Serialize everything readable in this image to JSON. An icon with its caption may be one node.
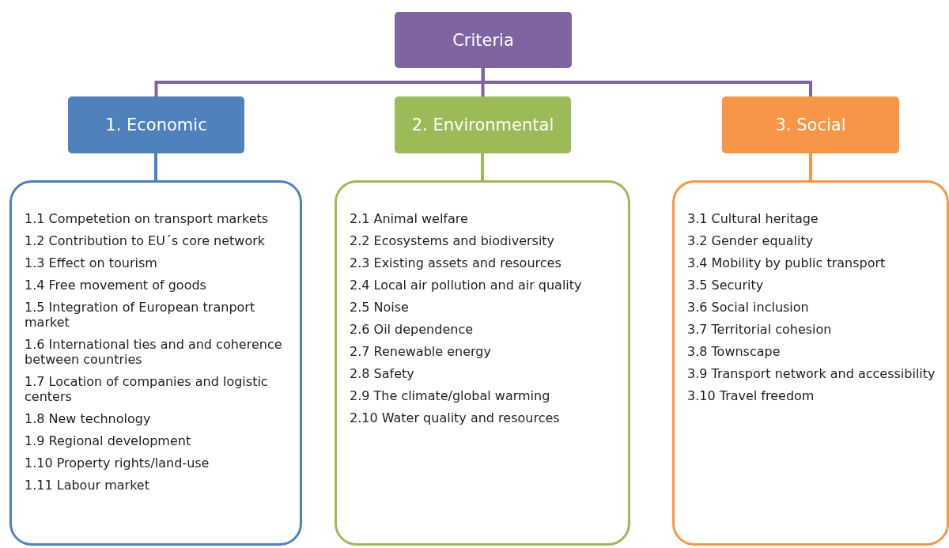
{
  "diagram": {
    "nodes": [
      {
        "text": [
          "Criteria"
        ]
      },
      {
        "text": [
          "1. Economic"
        ]
      },
      {
        "text": [
          "2. Environmental"
        ]
      },
      {
        "text": [
          "3. Social"
        ]
      },
      {
        "text": [
          "1.1 Competetion on transport markets",
          "1.2 Contribution to EU´s core network",
          "1.3 Effect on tourism",
          "1.4 Free movement of goods",
          "1.5 Integration of European tranport market",
          "1.6 International ties and and coherence between countries",
          "1.7 Location of companies and logistic centers",
          "1.8 New technology",
          "1.9 Regional development",
          "1.10 Property rights/land-use",
          "1.11 Labour market"
        ]
      },
      {
        "text": [
          "2.1 Animal welfare",
          "2.2 Ecosystems and biodiversity",
          "2.3 Existing assets and resources",
          "2.4 Local air pollution and air quality",
          "2.5 Noise",
          "2.6 Oil dependence",
          "2.7 Renewable energy",
          "2.8 Safety",
          "2.9 The climate/global warming",
          "2.10 Water quality and resources"
        ]
      },
      {
        "text": [
          "3.1 Cultural heritage",
          "3.2 Gender equality",
          "3.4 Mobility by public transport",
          "3.5 Security",
          "3.6 Social inclusion",
          "3.7 Territorial cohesion",
          "3.8 Townscape",
          "3.9 Transport network and accessibility",
          "3.10 Travel freedom"
        ]
      }
    ],
    "edges": [
      {
        "from": 0,
        "to": 1,
        "arrow": "none"
      },
      {
        "from": 0,
        "to": 2,
        "arrow": "none"
      },
      {
        "from": 0,
        "to": 3,
        "arrow": "none"
      },
      {
        "from": 1,
        "to": 4,
        "arrow": "none",
        "color": "#4f81bd"
      },
      {
        "from": 2,
        "to": 5,
        "arrow": "none",
        "color": "#9bbb59"
      },
      {
        "from": 3,
        "to": 6,
        "arrow": "none",
        "color": "#f79646"
      }
    ]
  }
}
